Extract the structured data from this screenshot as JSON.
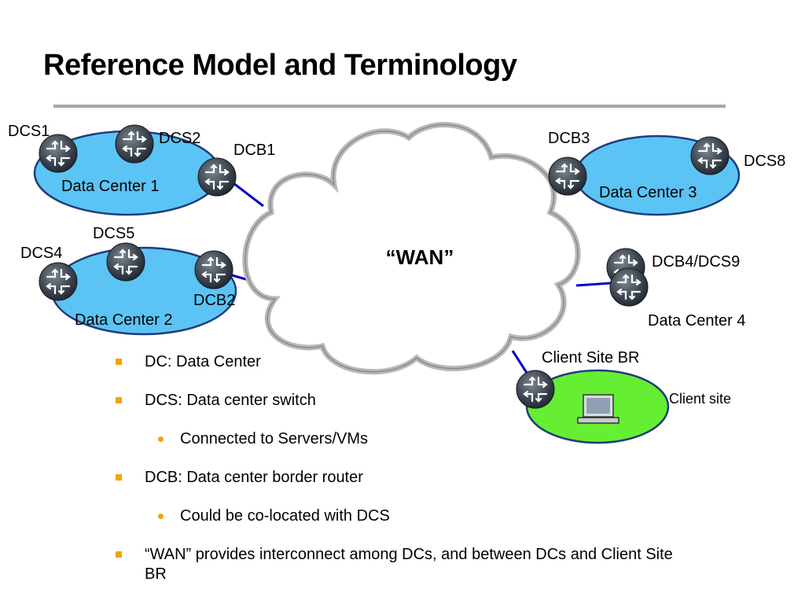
{
  "slide": {
    "title": "Reference Model and Terminology"
  },
  "diagram": {
    "wan_label": "“WAN”",
    "data_centers": {
      "dc1": "Data Center 1",
      "dc2": "Data Center 2",
      "dc3": "Data Center 3",
      "dc4": "Data Center 4",
      "client": "Client site"
    },
    "devices": {
      "dcs1": "DCS1",
      "dcs2": "DCS2",
      "dcb1": "DCB1",
      "dcs4": "DCS4",
      "dcs5": "DCS5",
      "dcb2": "DCB2",
      "dcb3": "DCB3",
      "dcs8": "DCS8",
      "dcb4_dcs9": "DCB4/DCS9",
      "client_br": "Client Site BR"
    },
    "colors": {
      "dc_fill": "#5bc4f5",
      "client_fill": "#66ee33",
      "link": "#0000cc",
      "bullet": "#f4a300"
    }
  },
  "bullets": [
    {
      "level": 1,
      "text": "DC: Data Center"
    },
    {
      "level": 1,
      "text": "DCS: Data center switch"
    },
    {
      "level": 2,
      "text": "Connected to Servers/VMs"
    },
    {
      "level": 1,
      "text": "DCB: Data center border router"
    },
    {
      "level": 2,
      "text": "Could be co-located with DCS"
    },
    {
      "level": 1,
      "text": "“WAN” provides interconnect among DCs, and between DCs and Client Site BR"
    }
  ]
}
